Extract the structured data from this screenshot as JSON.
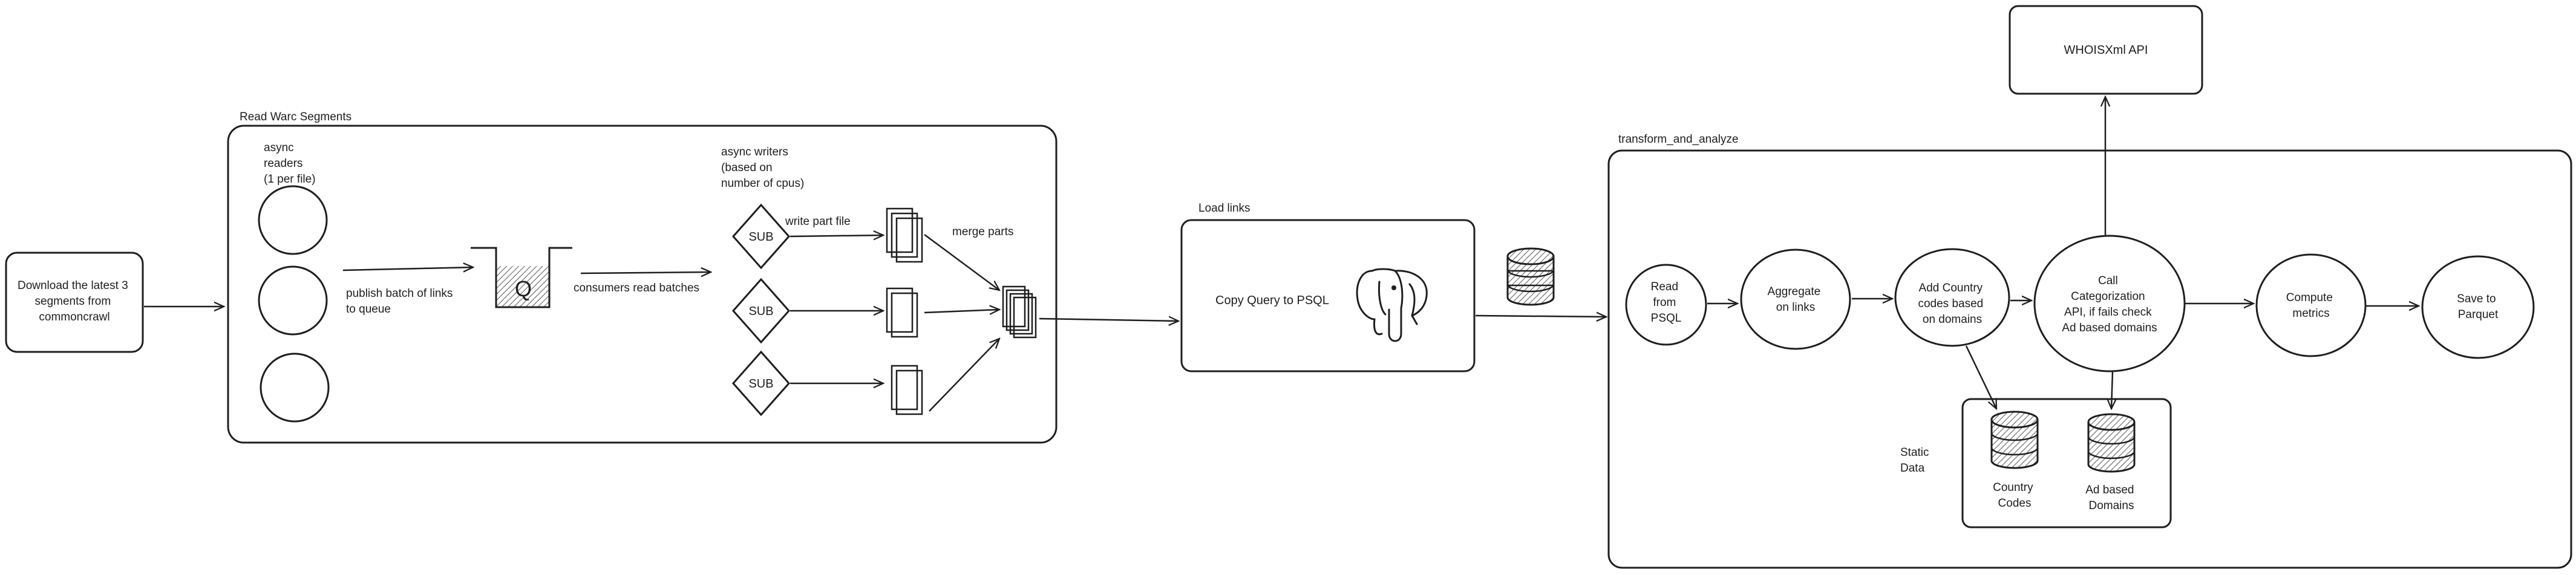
{
  "download": {
    "lines": [
      "Download the latest 3",
      "segments from",
      "commoncrawl"
    ]
  },
  "read_warc": {
    "title": "Read Warc Segments",
    "readers_label": [
      "async",
      "readers",
      "(1 per file)"
    ],
    "publish_label": [
      "publish batch of links",
      "to queue"
    ],
    "queue_label": "Q",
    "consumers_label": "consumers read batches",
    "writers_label": [
      "async writers",
      "(based on",
      "number of cpus)"
    ],
    "sub_labels": [
      "SUB",
      "SUB",
      "SUB"
    ],
    "write_part_label": "write part file",
    "merge_label": "merge parts"
  },
  "load_links": {
    "title": "Load links",
    "copy_label": "Copy Query to PSQL"
  },
  "whois": {
    "label": "WHOISXml API"
  },
  "transform": {
    "title": "transform_and_analyze",
    "read_psql": [
      "Read",
      "from",
      "PSQL"
    ],
    "aggregate": [
      "Aggregate",
      "on links"
    ],
    "country_codes": [
      "Add Country",
      "codes based",
      "on domains"
    ],
    "categorization": [
      "Call",
      "Categorization",
      "API, if fails check",
      "Ad based domains"
    ],
    "compute": [
      "Compute",
      "metrics"
    ],
    "parquet": [
      "Save to",
      "Parquet"
    ],
    "static_data": [
      "Static",
      "Data"
    ],
    "country_db": [
      "Country",
      "Codes"
    ],
    "ad_db": [
      "Ad based",
      "Domains"
    ]
  }
}
